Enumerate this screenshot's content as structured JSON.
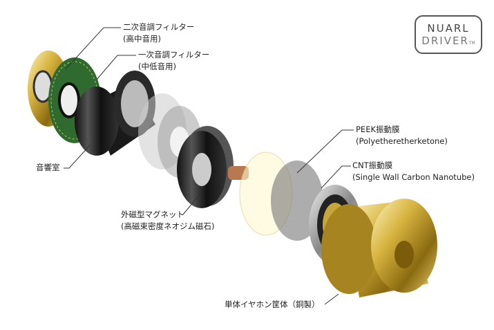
{
  "logo": {
    "line1": "NUARL",
    "line2": "DRIVER",
    "tm": "TM"
  },
  "labels": {
    "filter2": {
      "title": "二次音調フィルター",
      "sub": "(高中音用)"
    },
    "filter1": {
      "title": "一次音調フィルター",
      "sub": "(中低音用)"
    },
    "chamber": {
      "title": "音響室"
    },
    "magnet": {
      "title": "外磁型マグネット",
      "sub": "(高磁束密度ネオジム磁石)"
    },
    "peek": {
      "title": "PEEK振動膜",
      "sub": "(Polyetheretherketone)"
    },
    "cnt": {
      "title": "CNT振動膜",
      "sub": "(Single Wall Carbon Nanotube)"
    },
    "housing": {
      "title": "単体イヤホン筐体（銅製）"
    }
  },
  "colors": {
    "gold": "#c9a63a",
    "green": "#2f6b2f",
    "black": "#1a1a1a",
    "silver": "#b8b8b8"
  }
}
